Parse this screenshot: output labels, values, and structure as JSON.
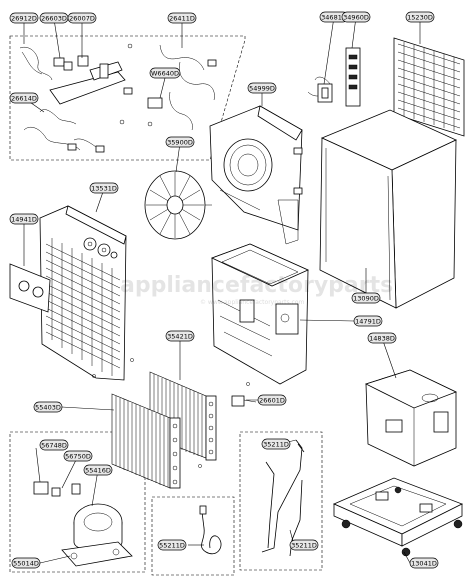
{
  "watermark": {
    "main": "appliancefactoryparts",
    "sub": "© www.appliancefactoryparts.com"
  },
  "parts": [
    {
      "id": "p26912",
      "label": "26912D"
    },
    {
      "id": "p26603",
      "label": "26603D"
    },
    {
      "id": "p26007",
      "label": "26007D"
    },
    {
      "id": "p26411",
      "label": "26411D"
    },
    {
      "id": "p34681",
      "label": "34681D"
    },
    {
      "id": "p34960",
      "label": "34960D"
    },
    {
      "id": "p15230",
      "label": "15230D"
    },
    {
      "id": "pW6640",
      "label": "W6640D"
    },
    {
      "id": "p26614",
      "label": "26614D"
    },
    {
      "id": "p54999",
      "label": "54999D"
    },
    {
      "id": "p35900",
      "label": "35900D"
    },
    {
      "id": "p13531",
      "label": "13531D"
    },
    {
      "id": "p14941",
      "label": "14941D"
    },
    {
      "id": "p13090",
      "label": "13090D"
    },
    {
      "id": "p14791",
      "label": "14791D"
    },
    {
      "id": "p35421",
      "label": "35421D"
    },
    {
      "id": "p14838",
      "label": "14838D"
    },
    {
      "id": "p55403",
      "label": "55403D"
    },
    {
      "id": "p26601",
      "label": "26601D"
    },
    {
      "id": "p56748",
      "label": "56748D"
    },
    {
      "id": "p56750",
      "label": "56750D"
    },
    {
      "id": "p55416",
      "label": "55416D"
    },
    {
      "id": "p35211",
      "label": "35211D"
    },
    {
      "id": "p55014",
      "label": "55014D"
    },
    {
      "id": "p55211",
      "label": "55211D"
    },
    {
      "id": "p35211b",
      "label": "35211D"
    },
    {
      "id": "p13041",
      "label": "13041D"
    }
  ]
}
